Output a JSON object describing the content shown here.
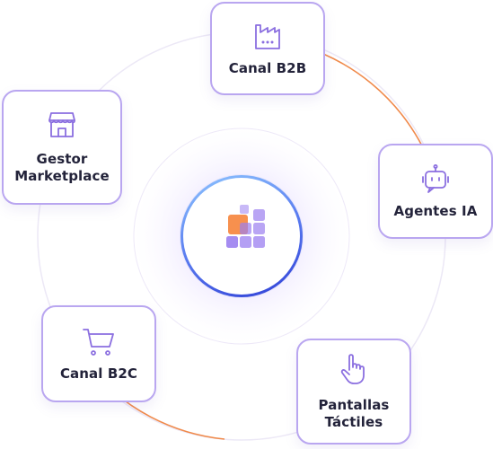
{
  "diagram": {
    "nodes": [
      {
        "label": "Canal B2B",
        "icon": "factory-icon"
      },
      {
        "label": "Gestor\nMarketplace",
        "icon": "storefront-icon"
      },
      {
        "label": "Agentes IA",
        "icon": "robot-icon"
      },
      {
        "label": "Canal B2C",
        "icon": "shopping-cart-icon"
      },
      {
        "label": "Pantallas\nTáctiles",
        "icon": "pointer-hand-icon"
      }
    ],
    "center": {
      "icon": "tiles-logo-icon"
    },
    "colors": {
      "node_border": "#b9a6f0",
      "icon_stroke": "#8b6fe0",
      "text": "#23233a",
      "orange_accent": "#f08a4b",
      "logo_orange": "#f7904e",
      "logo_purple": "#9b7ff0",
      "hub_ring_dark": "#2f3fd6",
      "hub_ring_light": "#8ec6ff"
    }
  }
}
